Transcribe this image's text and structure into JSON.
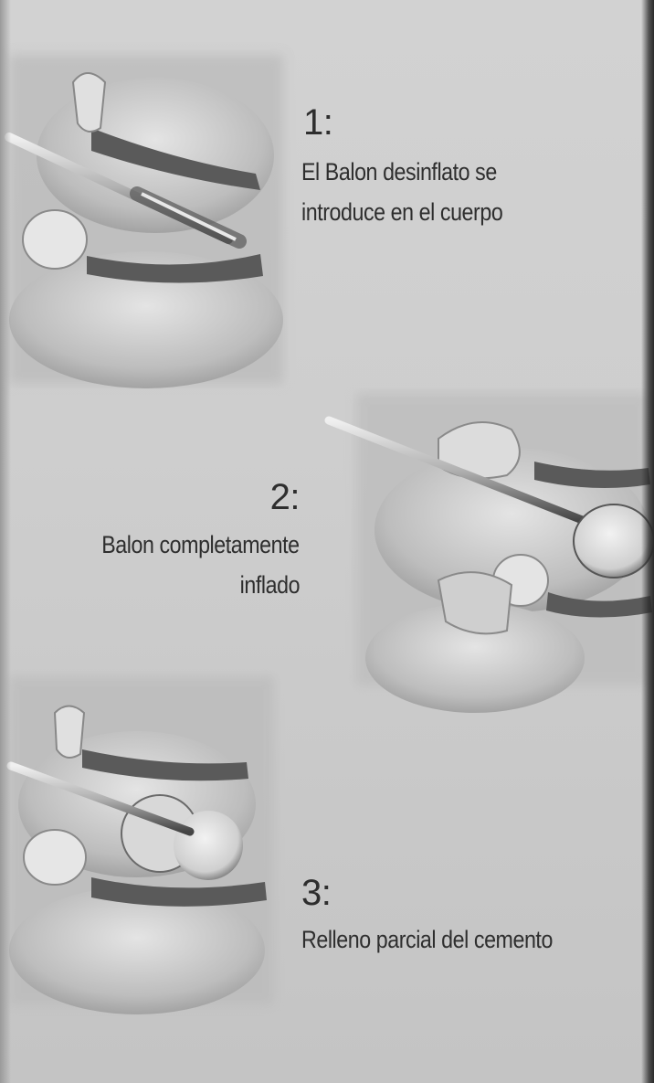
{
  "steps": [
    {
      "number": "1:",
      "lines": [
        "El Balon desinflato se",
        "introduce en el cuerpo"
      ]
    },
    {
      "number": "2:",
      "lines": [
        "Balon completamente",
        "inflado"
      ]
    },
    {
      "number": "3:",
      "lines": [
        "Relleno parcial del cemento"
      ]
    }
  ],
  "colors": {
    "paper": "#cecece",
    "ink": "#2e2e2e",
    "disc": "#5a5a5a"
  }
}
